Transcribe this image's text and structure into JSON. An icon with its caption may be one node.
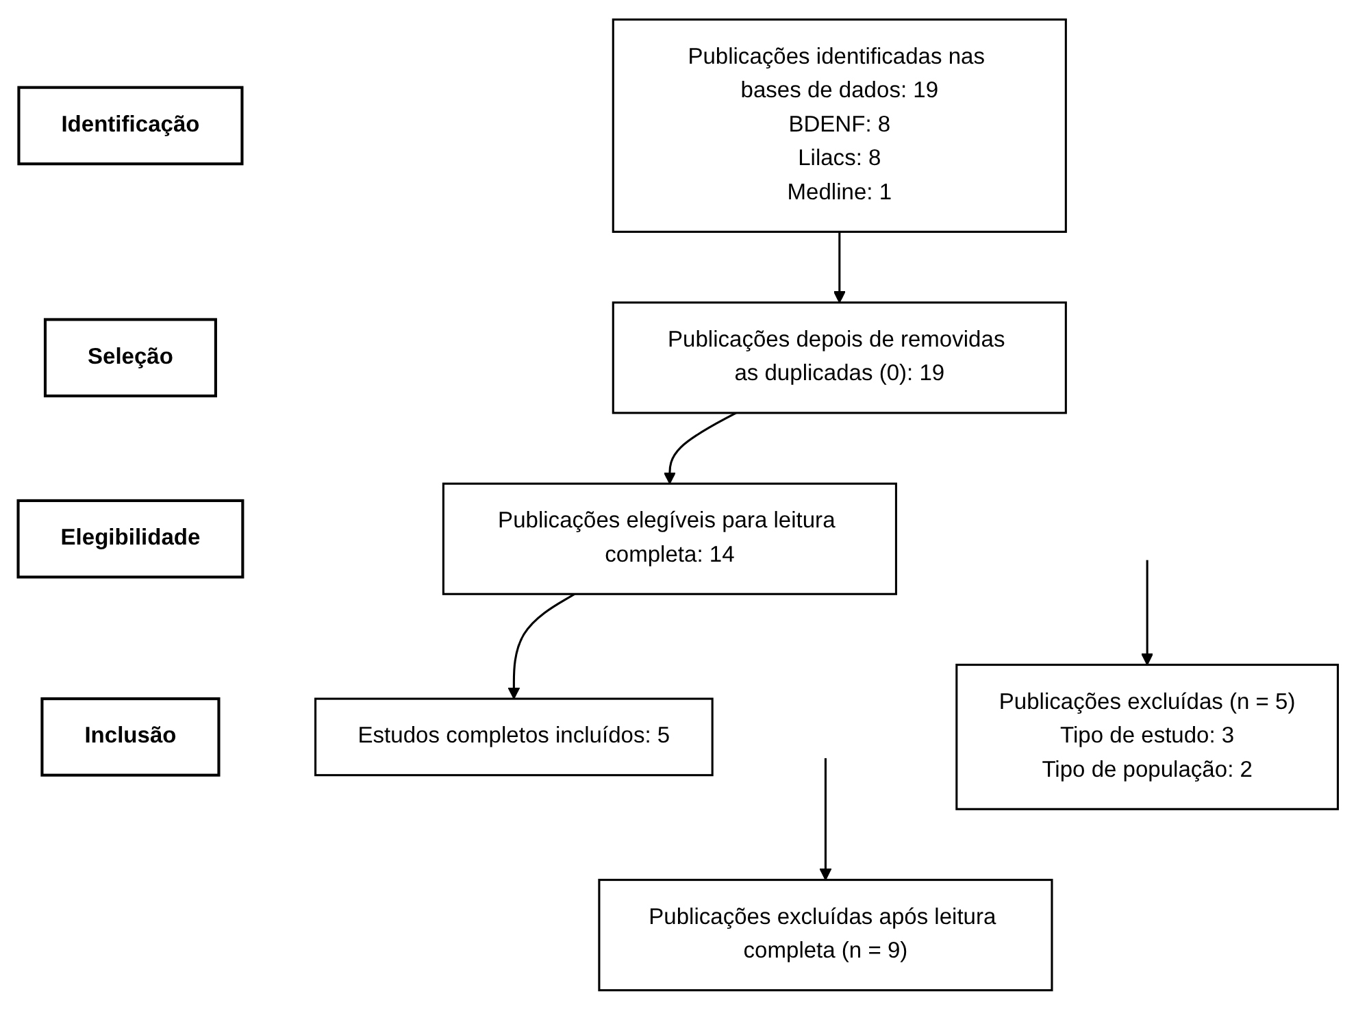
{
  "diagram": {
    "nodes": [
      {
        "text": [
          "Identificação"
        ]
      },
      {
        "text": [
          "Publicações identificadas nas bases de dados: 19",
          "BDENF: 8",
          "Lilacs: 8",
          "Medline: 1"
        ]
      },
      {
        "text": [
          "Seleção"
        ]
      },
      {
        "text": [
          "Publicações depois de removidas as duplicadas (0): 19"
        ]
      },
      {
        "text": [
          "Elegibilidade"
        ]
      },
      {
        "text": [
          "Publicações excluídas (n = 5)",
          "Tipo de estudo: 3",
          "Tipo de população: 2"
        ]
      },
      {
        "text": [
          "Publicações elegíveis para leitura completa: 14"
        ]
      },
      {
        "text": [
          "Inclusão"
        ]
      },
      {
        "text": [
          "Publicações excluídas após leitura completa (n = 9)"
        ]
      },
      {
        "text": [
          "Estudos completos incluídos: 5"
        ]
      }
    ],
    "edges": [
      {
        "from": 1,
        "to": 3,
        "arrow": "to"
      },
      {
        "from": 3,
        "to": 6,
        "arrow": "to"
      },
      {
        "from": null,
        "to": 5,
        "arrow": "to"
      },
      {
        "from": 6,
        "to": 9,
        "arrow": "to"
      },
      {
        "from": null,
        "to": 8,
        "arrow": "to"
      }
    ]
  }
}
